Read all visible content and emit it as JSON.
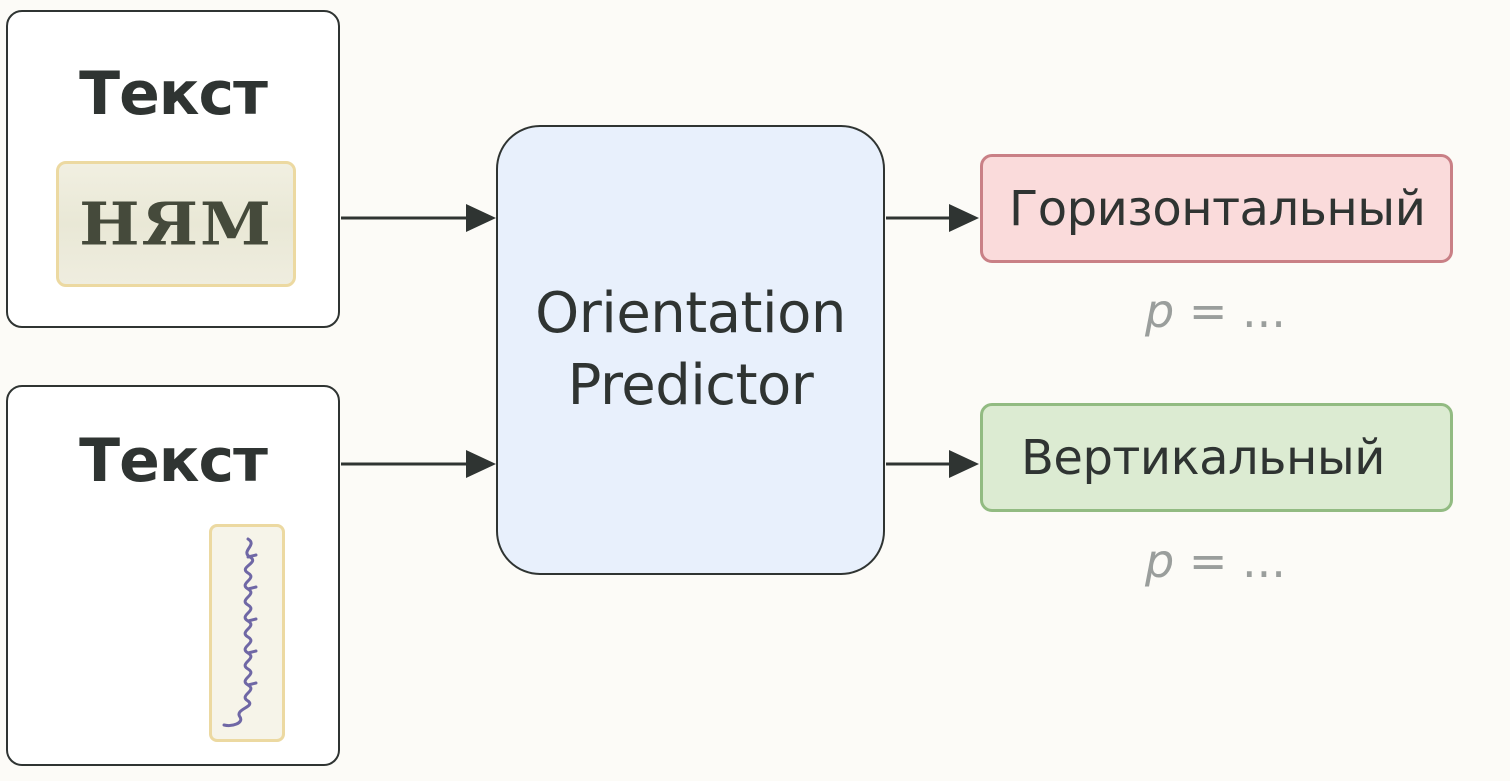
{
  "inputs": [
    {
      "title": "Текст",
      "sample_text": "НЯМ"
    },
    {
      "title": "Текст"
    }
  ],
  "predictor": {
    "label": "Orientation\nPredictor"
  },
  "outputs": [
    {
      "label": "Горизонтальный",
      "prob_var": "p",
      "prob_rest": " = ...",
      "color": "#fadbdb",
      "border": "#c98086"
    },
    {
      "label": "Вертикальный",
      "prob_var": "p",
      "prob_rest": " = ...",
      "color": "#dcebd2",
      "border": "#92bb82"
    }
  ],
  "colors": {
    "background": "#fcfbf7",
    "predictor_fill": "#e8f0fc",
    "stroke": "#2f3432",
    "sample_border": "#ecd9a1",
    "handwriting_ink": "#6f67a5"
  }
}
